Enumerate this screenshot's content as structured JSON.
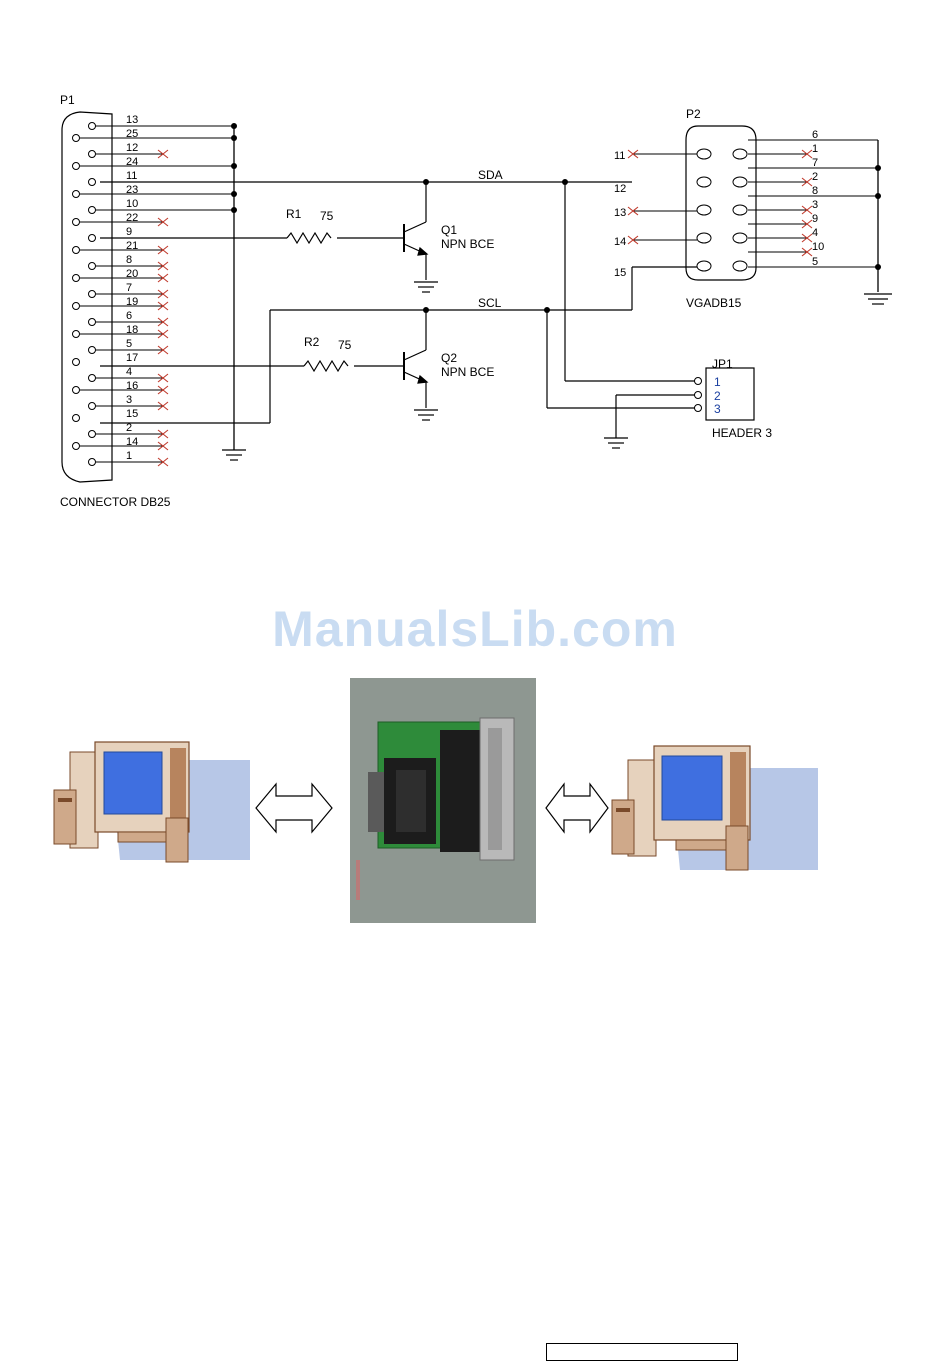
{
  "schematic": {
    "p1_label": "P1",
    "p1_caption": "CONNECTOR DB25",
    "p1_pins": [
      "13",
      "25",
      "12",
      "24",
      "11",
      "23",
      "10",
      "22",
      "9",
      "21",
      "8",
      "20",
      "7",
      "19",
      "6",
      "18",
      "5",
      "17",
      "4",
      "16",
      "3",
      "15",
      "2",
      "14",
      "1"
    ],
    "p2_label": "P2",
    "p2_caption": "VGADB15",
    "p2_right_pins": [
      "6",
      "1",
      "7",
      "2",
      "8",
      "3",
      "9",
      "4",
      "10",
      "5"
    ],
    "p2_left_pins": [
      "11",
      "12",
      "13",
      "14",
      "15"
    ],
    "r1_label": "R1",
    "r1_value": "75",
    "r2_label": "R2",
    "r2_value": "75",
    "q1_label": "Q1",
    "q1_type": "NPN BCE",
    "q2_label": "Q2",
    "q2_type": "NPN BCE",
    "sda_label": "SDA",
    "scl_label": "SCL",
    "jp1_label": "JP1",
    "jp1_caption": "HEADER 3",
    "jp1_pins": [
      "1",
      "2",
      "3"
    ]
  },
  "watermark": "ManualsLib.com",
  "colors": {
    "monitor_screen": "#3f6fe0",
    "monitor_case": "#e6d2bd",
    "monitor_dark": "#7a4a2a",
    "shadow": "#9fb4df",
    "pcb": "#2e8b3a",
    "photo_bg": "#8e9791",
    "watermark": "#c9dcf2"
  },
  "icons": [
    "left-computer-icon",
    "double-arrow-icon",
    "adapter-board-photo",
    "double-arrow-icon",
    "right-computer-icon"
  ]
}
